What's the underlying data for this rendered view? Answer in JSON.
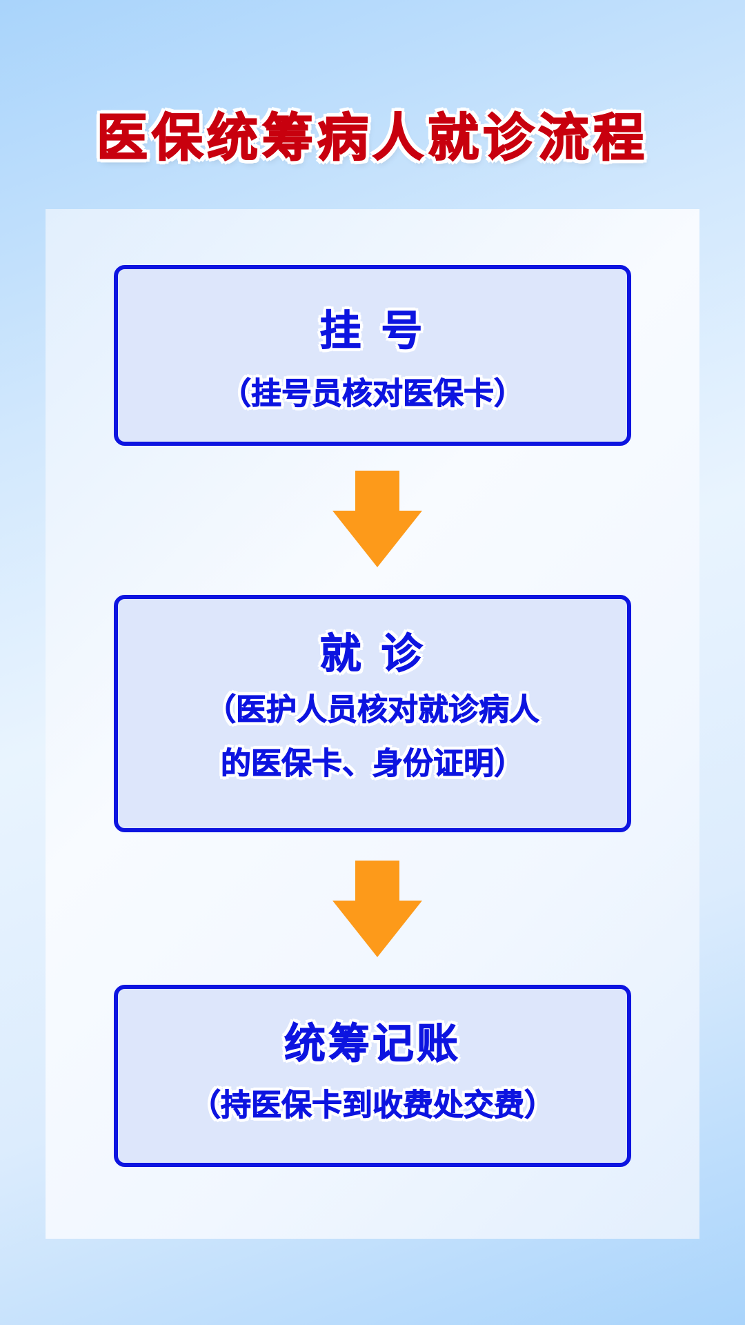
{
  "title": "医保统筹病人就诊流程",
  "steps": [
    {
      "title": "挂 号",
      "detail_lines": [
        "（挂号员核对医保卡）"
      ]
    },
    {
      "title": "就 诊",
      "detail_lines": [
        "（医护人员核对就诊病人",
        "的医保卡、身份证明）"
      ]
    },
    {
      "title": "统筹记账",
      "detail_lines": [
        "（持医保卡到收费处交费）"
      ]
    }
  ],
  "colors": {
    "title": "#c8000e",
    "box_border": "#0d14e0",
    "box_fill": "#dde6fb",
    "box_text": "#0d14e0",
    "arrow": "#fd9a1a"
  },
  "icons": {
    "connector": "arrow-down-icon"
  }
}
